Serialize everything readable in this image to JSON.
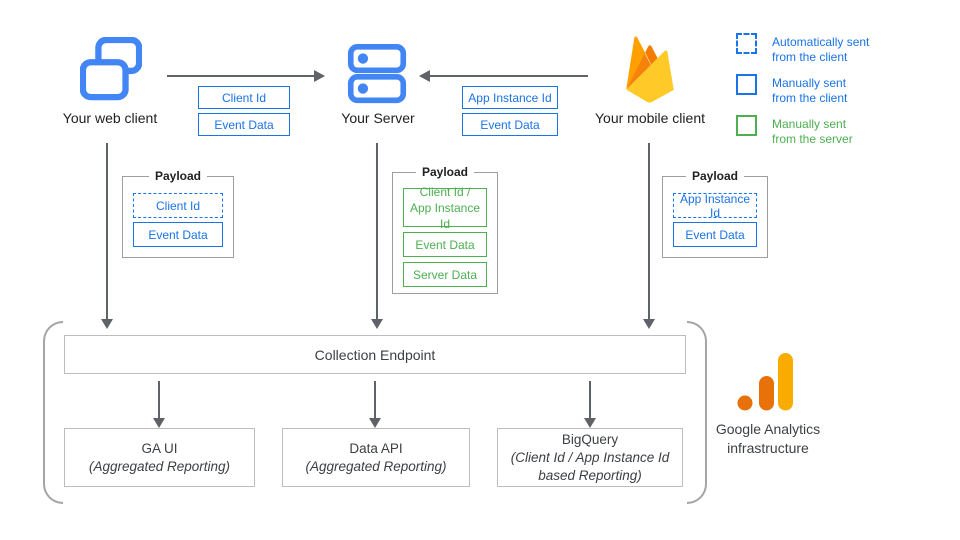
{
  "diagram": {
    "clients": {
      "web": {
        "label": "Your web client"
      },
      "server": {
        "label": "Your Server"
      },
      "mobile": {
        "label": "Your mobile client"
      }
    },
    "edge_labels": {
      "web_to_server": {
        "field1": "Client Id",
        "field2": "Event Data"
      },
      "mobile_to_server": {
        "field1": "App Instance Id",
        "field2": "Event Data"
      }
    },
    "legend": {
      "auto_client": "Automatically sent\nfrom the client",
      "manual_client": "Manually sent\nfrom the client",
      "manual_server": "Manually sent\nfrom the server"
    },
    "payloads": {
      "web": {
        "title": "Payload",
        "item1": "Client Id",
        "item2": "Event Data"
      },
      "server": {
        "title": "Payload",
        "item1": "Client Id /\nApp Instance Id",
        "item2": "Event Data",
        "item3": "Server Data"
      },
      "mobile": {
        "title": "Payload",
        "item1": "App Instance Id",
        "item2": "Event Data"
      }
    },
    "endpoint": {
      "label": "Collection Endpoint"
    },
    "outputs": {
      "ga_ui": {
        "title": "GA UI",
        "subtitle": "(Aggregated Reporting)"
      },
      "data_api": {
        "title": "Data API",
        "subtitle": "(Aggregated Reporting)"
      },
      "bigquery": {
        "title": "BigQuery",
        "subtitle": "(Client Id / App Instance Id\nbased Reporting)"
      }
    },
    "infrastructure": {
      "caption": "Google Analytics\ninfrastructure"
    }
  },
  "colors": {
    "field_blue": "#1A73E8",
    "icon_blue": "#4285F4",
    "field_green": "#4CAF50",
    "arrow_gray": "#5F6368",
    "box_border_gray": "#BDBDBD",
    "bracket_gray": "#A5A5A5",
    "text_dark": "#212121",
    "text_gray": "#3C4043",
    "ga_orange": "#E8710A",
    "ga_amber": "#F9AB00",
    "firebase_yellow": "#FFCA28",
    "firebase_orange": "#FFA000",
    "firebase_deep_orange": "#F57C00",
    "firebase_shadow": "#F6820C"
  }
}
